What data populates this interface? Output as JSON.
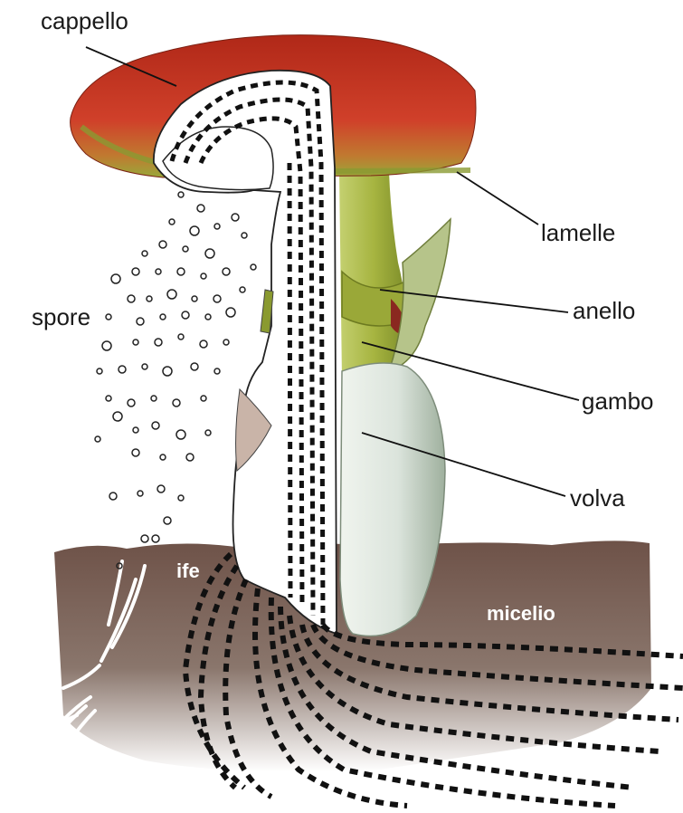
{
  "diagram": {
    "labels": {
      "cappello": "cappello",
      "lamelle": "lamelle",
      "spore": "spore",
      "anello": "anello",
      "gambo": "gambo",
      "volva": "volva",
      "ife": "ife",
      "micelio": "micelio"
    },
    "colors": {
      "cap": "#c8321e",
      "cap_edge": "#8a9a32",
      "stem": "#a8b840",
      "volva": "#d8e2da",
      "soil": "#7a6358",
      "hypha_dash": "#111111"
    }
  }
}
